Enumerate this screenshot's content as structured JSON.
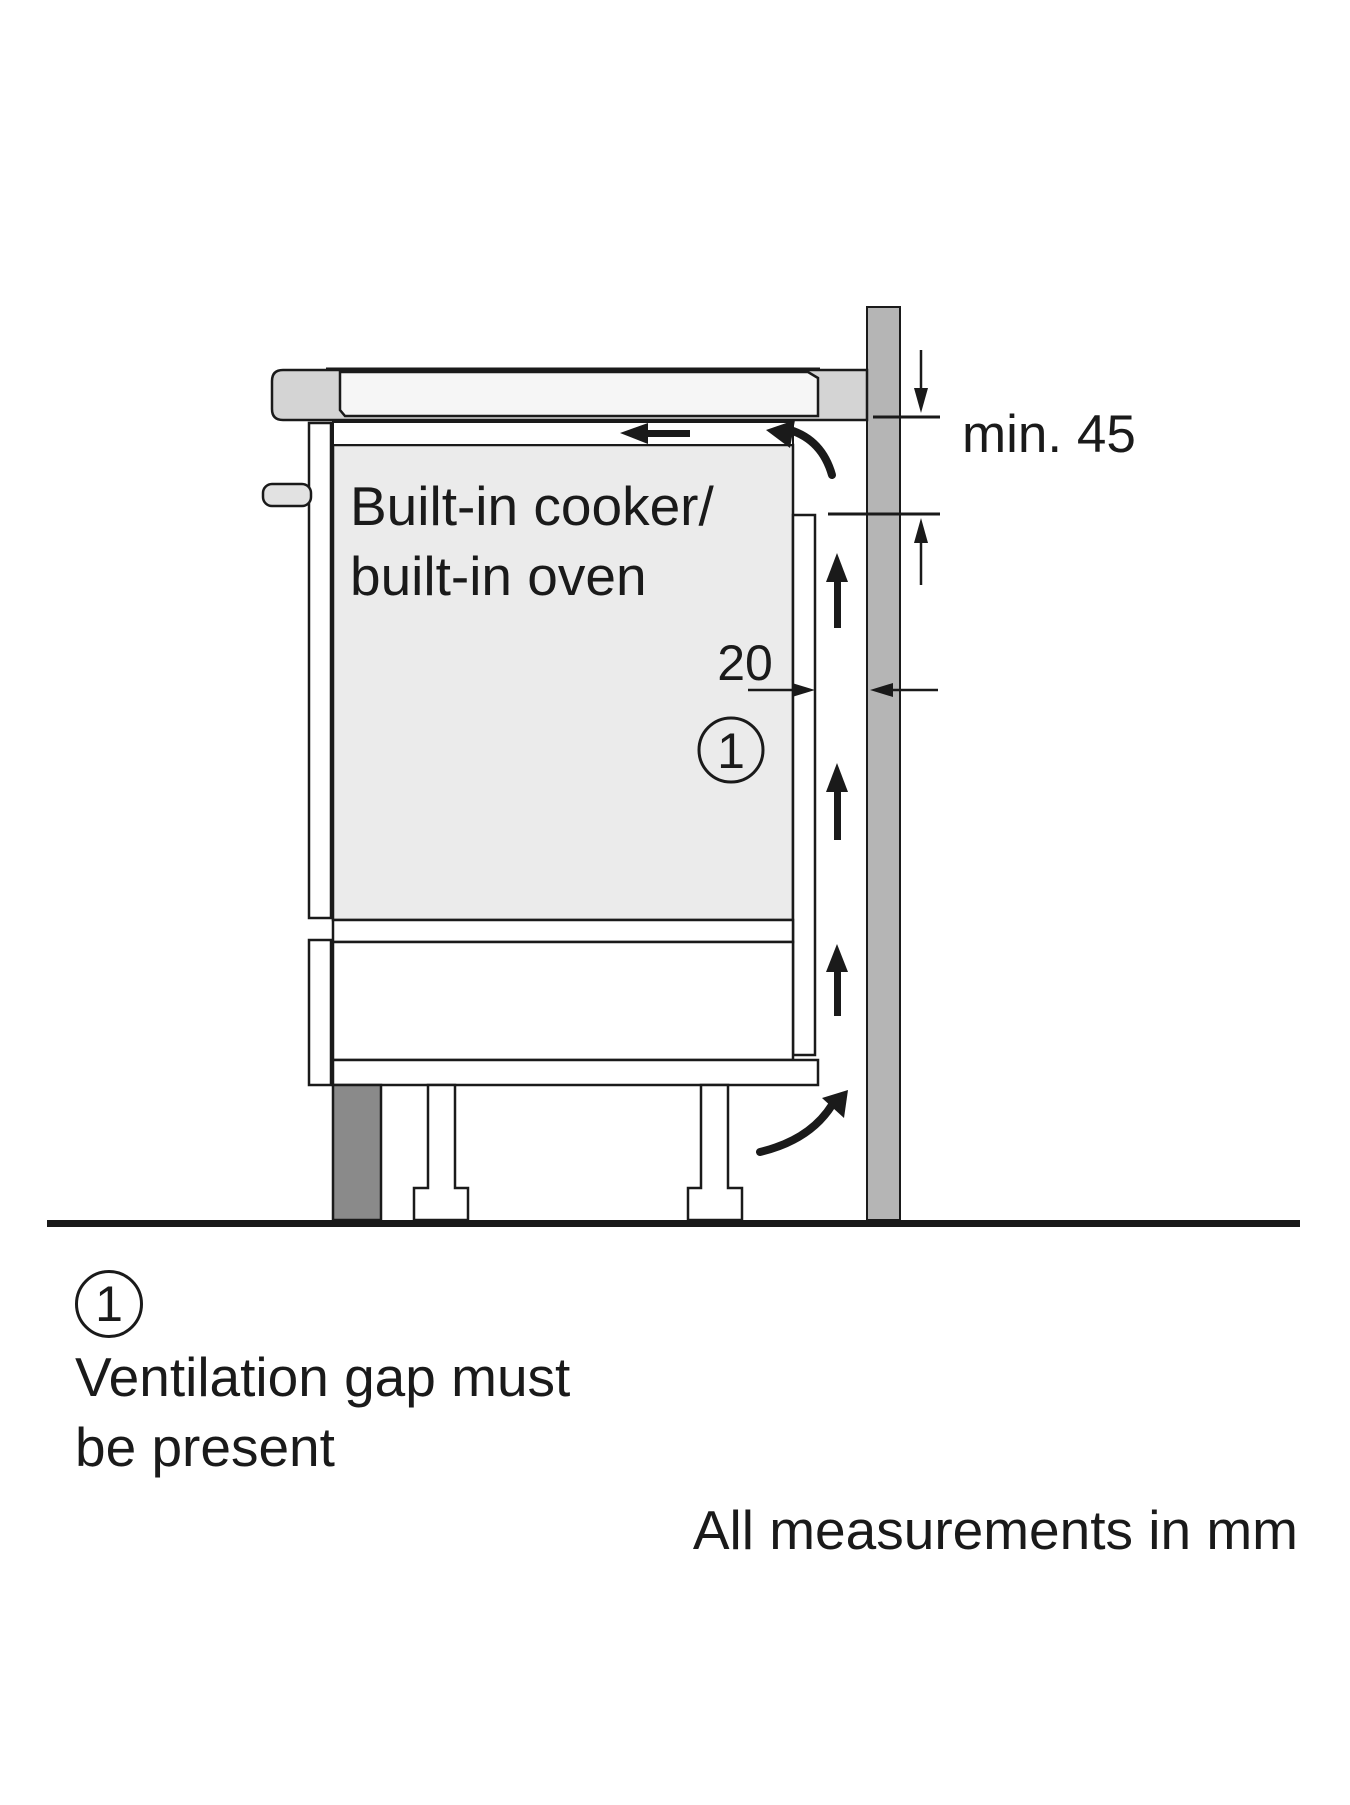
{
  "diagram": {
    "appliance_label_line1": "Built-in cooker/",
    "appliance_label_line2": "built-in oven",
    "gap_width_value": "20",
    "top_clearance_label": "min. 45",
    "marker_number": "1"
  },
  "legend": {
    "number": "1",
    "text_line1": "Ventilation gap must",
    "text_line2": "be present"
  },
  "units_note": "All measurements in mm",
  "colors": {
    "ink": "#1a1a1a",
    "cabinet_fill": "#ebebeb",
    "worktop_fill": "#d4d4d4",
    "wall_fill": "#b5b5b5",
    "plinth_fill": "#8a8a8a"
  }
}
